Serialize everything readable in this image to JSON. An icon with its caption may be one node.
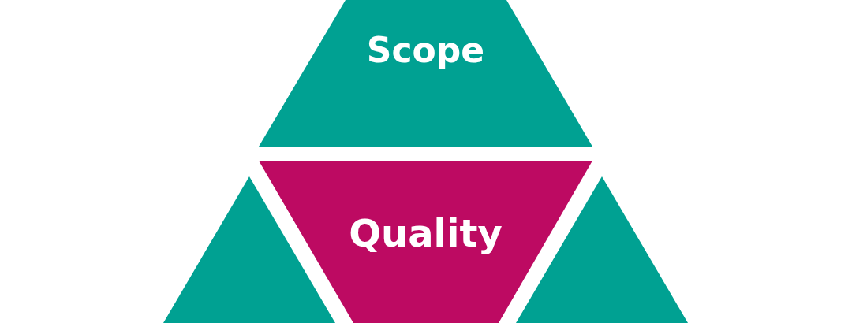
{
  "diagram": {
    "nodes": [
      {
        "text": [
          "Scope"
        ]
      },
      {
        "text": [
          "Quality"
        ]
      },
      {
        "text": [],
        "shape": "triangle"
      },
      {
        "text": [],
        "shape": "triangle"
      }
    ]
  }
}
